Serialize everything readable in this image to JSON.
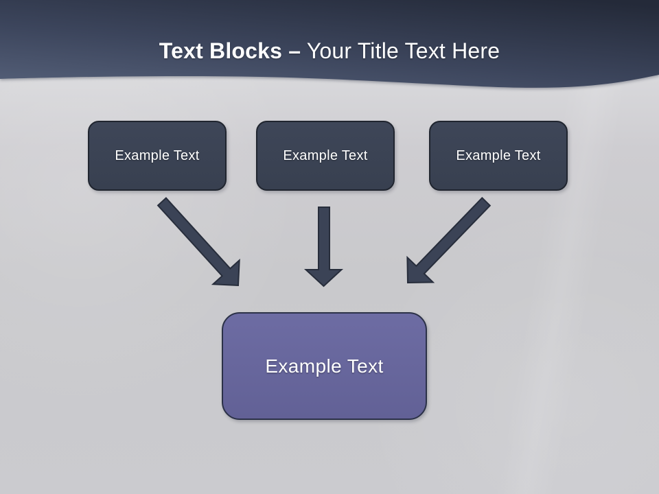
{
  "slide": {
    "title": {
      "bold": "Text Blocks –",
      "regular": "Your Title Text Here"
    },
    "source_boxes": [
      {
        "label": "Example Text"
      },
      {
        "label": "Example Text"
      },
      {
        "label": "Example Text"
      }
    ],
    "target_box": {
      "label": "Example Text"
    },
    "arrows": [
      {
        "name": "arrow-down-right"
      },
      {
        "name": "arrow-down"
      },
      {
        "name": "arrow-down-left"
      }
    ],
    "colors": {
      "header_gradient_top_right": "#252b3a",
      "header_gradient_bottom_left": "#556079",
      "background": "#c9c9cc",
      "box_fill": "#3b4254",
      "box_border": "#20252f",
      "accent_fill": "#67669c",
      "accent_border": "#2b3147",
      "arrow_fill": "#3b4356",
      "arrow_stroke": "#272d3b",
      "text": "#ffffff"
    }
  }
}
